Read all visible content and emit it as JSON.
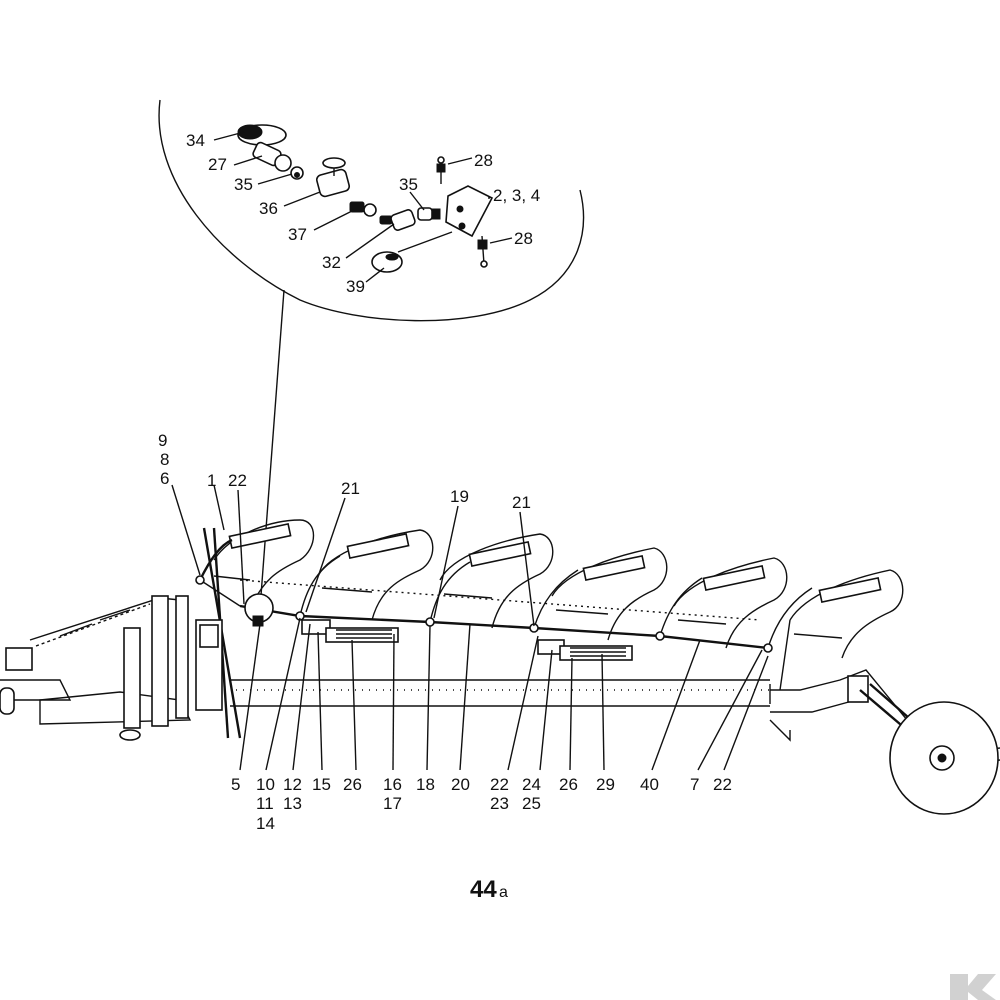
{
  "figure": {
    "number": "44",
    "suffix": "a"
  },
  "detail_labels": [
    "34",
    "27",
    "35",
    "36",
    "37",
    "32",
    "39",
    "28",
    "35",
    "2, 3, 4",
    "28"
  ],
  "top_labels": [
    "9",
    "8",
    "6",
    "1",
    "22",
    "21",
    "19",
    "21"
  ],
  "bottom_labels": [
    "5",
    "10",
    "11",
    "12",
    "13",
    "14",
    "15",
    "26",
    "16",
    "17",
    "18",
    "20",
    "22",
    "23",
    "24",
    "25",
    "26",
    "29",
    "40",
    "7",
    "22"
  ],
  "watermark": {
    "text": "K"
  }
}
